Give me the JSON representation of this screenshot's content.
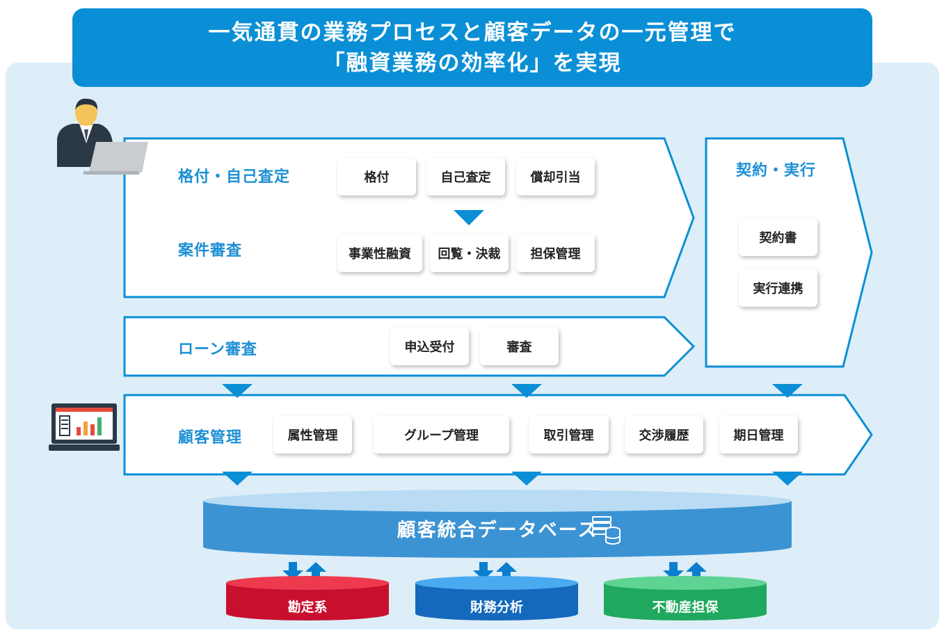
{
  "title": {
    "line1": "一気通貫の業務プロセスと顧客データの一元管理で",
    "line2": "「融資業務の効率化」を実現"
  },
  "sections": {
    "rating": {
      "label": "格付・自己査定",
      "chips": [
        "格付",
        "自己査定",
        "償却引当"
      ]
    },
    "case_review": {
      "label": "案件審査",
      "chips": [
        "事業性融資",
        "回覧・決裁",
        "担保管理"
      ]
    },
    "loan_review": {
      "label": "ローン審査",
      "chips": [
        "申込受付",
        "審査"
      ]
    },
    "contract": {
      "label": "契約・実行",
      "chips": [
        "契約書",
        "実行連携"
      ]
    },
    "customer": {
      "label": "顧客管理",
      "chips": [
        "属性管理",
        "グループ管理",
        "取引管理",
        "交渉履歴",
        "期日管理"
      ]
    }
  },
  "database": {
    "label": "顧客統合データベース"
  },
  "subsystems": [
    "勘定系",
    "財務分析",
    "不動産担保"
  ],
  "icons": [
    "businessman-laptop-icon",
    "monitor-chart-icon",
    "database-server-icon",
    "down-arrow-icon",
    "up-arrow-icon"
  ],
  "colors": {
    "primary": "#0a8fd6",
    "background": "#ddeef8",
    "db_top": "#b9dcf4",
    "db_body": "#3b93d3",
    "red": "#d3192f",
    "blue": "#1874c8",
    "green": "#22b06a"
  }
}
